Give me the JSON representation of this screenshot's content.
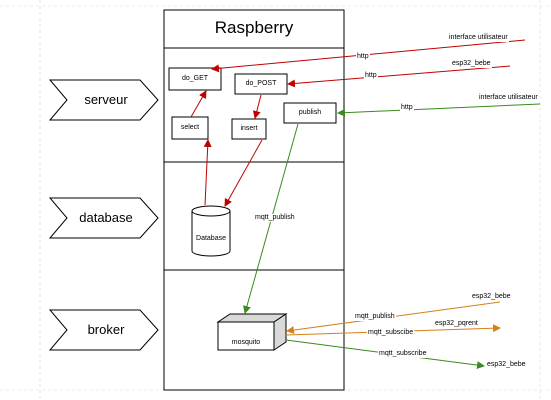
{
  "title": "Raspberry",
  "layers": [
    {
      "key": "serveur",
      "label": "serveur"
    },
    {
      "key": "database",
      "label": "database"
    },
    {
      "key": "broker",
      "label": "broker"
    }
  ],
  "nodes": {
    "do_get": "do_GET",
    "do_post": "do_POST",
    "select": "select",
    "insert": "insert",
    "publish": "publish",
    "database": "Database",
    "mosquitto": "mosquito"
  },
  "external": {
    "interface1": "interface utilisateur",
    "esp32_bebe_top": "esp32_bebe",
    "interface2": "interface utilisateur",
    "esp32_bebe_mid": "esp32_bebe",
    "esp32_pqrent": "esp32_pqrent",
    "esp32_bebe_low": "esp32_bebe"
  },
  "edge_labels": {
    "http1": "http",
    "http2": "http",
    "http3": "http",
    "mqtt_publish_internal": "mqtt_publish",
    "mqtt_publish_ext": "mqtt_publish",
    "mqtt_subscibe": "mqtt_subscibe",
    "mqtt_subscribe": "mqtt_subscribe"
  },
  "colors": {
    "red": "#c00000",
    "green": "#3a8a1f",
    "orange": "#d5811a",
    "border": "#000000"
  }
}
